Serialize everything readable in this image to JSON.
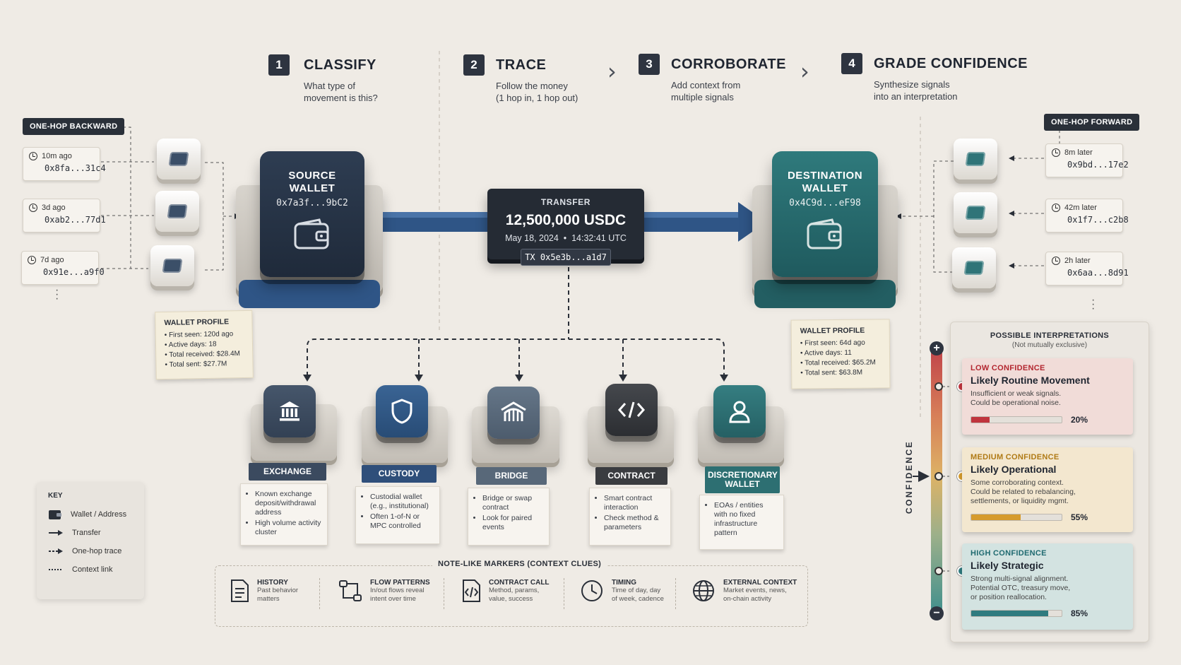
{
  "steps": [
    {
      "num": "1",
      "title": "CLASSIFY",
      "sub": "What type of\nmovement is this?"
    },
    {
      "num": "2",
      "title": "TRACE",
      "sub": "Follow the money\n(1 hop in, 1 hop out)"
    },
    {
      "num": "3",
      "title": "CORROBORATE",
      "sub": "Add context from\nmultiple signals"
    },
    {
      "num": "4",
      "title": "GRADE CONFIDENCE",
      "sub": "Synthesize signals\ninto an interpretation"
    }
  ],
  "backward": {
    "label": "ONE-HOP BACKWARD",
    "items": [
      {
        "time": "10m ago",
        "addr": "0x8fa...31c4"
      },
      {
        "time": "3d ago",
        "addr": "0xab2...77d1"
      },
      {
        "time": "7d ago",
        "addr": "0x91e...a9f0"
      }
    ]
  },
  "forward": {
    "label": "ONE-HOP FORWARD",
    "items": [
      {
        "time": "8m later",
        "addr": "0x9bd...17e2"
      },
      {
        "time": "42m later",
        "addr": "0x1f7...c2b8"
      },
      {
        "time": "2h later",
        "addr": "0x6aa...8d91"
      }
    ]
  },
  "source": {
    "label": "SOURCE\nWALLET",
    "addr": "0x7a3f...9bC2",
    "profile": {
      "title": "WALLET PROFILE",
      "lines": [
        "First seen: 120d ago",
        "Active days: 18",
        "Total received: $28.4M",
        "Total sent: $27.7M"
      ]
    }
  },
  "destination": {
    "label": "DESTINATION\nWALLET",
    "addr": "0x4C9d...eF98",
    "profile": {
      "title": "WALLET PROFILE",
      "lines": [
        "First seen: 64d ago",
        "Active days: 11",
        "Total received: $65.2M",
        "Total sent: $63.8M"
      ]
    }
  },
  "transfer": {
    "label": "TRANSFER",
    "amount": "12,500,000 USDC",
    "date": "May 18, 2024",
    "time": "14:32:41 UTC",
    "tx": "TX 0x5e3b...a1d7"
  },
  "categories": [
    {
      "name": "EXCHANGE",
      "color": "#3b4a5f",
      "icon": "bank-icon",
      "bullets": [
        "Known exchange deposit/withdrawal address",
        "High volume activity cluster"
      ]
    },
    {
      "name": "CUSTODY",
      "color": "#2f4f7a",
      "icon": "shield-icon",
      "bullets": [
        "Custodial wallet (e.g., institutional)",
        "Often 1-of-N or MPC controlled"
      ]
    },
    {
      "name": "BRIDGE",
      "color": "#586879",
      "icon": "bridge-icon",
      "bullets": [
        "Bridge or swap contract",
        "Look for paired events"
      ]
    },
    {
      "name": "CONTRACT",
      "color": "#3a3c40",
      "icon": "code-icon",
      "bullets": [
        "Smart contract interaction",
        "Check method & parameters"
      ]
    },
    {
      "name": "DISCRETIONARY\nWALLET",
      "color": "#2d6f72",
      "icon": "person-icon",
      "bullets": [
        "EOAs / entities with no fixed infrastructure pattern"
      ]
    }
  ],
  "markers": {
    "title": "NOTE-LIKE MARKERS (CONTEXT CLUES)",
    "items": [
      {
        "title": "HISTORY",
        "sub": "Past behavior\nmatters",
        "icon": "document-icon"
      },
      {
        "title": "FLOW PATTERNS",
        "sub": "In/out flows reveal\nintent over time",
        "icon": "flow-icon"
      },
      {
        "title": "CONTRACT CALL",
        "sub": "Method, params,\nvalue, success",
        "icon": "code-file-icon"
      },
      {
        "title": "TIMING",
        "sub": "Time of day, day\nof week, cadence",
        "icon": "clock-icon"
      },
      {
        "title": "EXTERNAL CONTEXT",
        "sub": "Market events, news,\non-chain activity",
        "icon": "globe-icon"
      }
    ]
  },
  "key": {
    "title": "KEY",
    "items": [
      {
        "label": "Wallet / Address",
        "icon": "wallet-icon"
      },
      {
        "label": "Transfer",
        "icon": "arrow-icon"
      },
      {
        "label": "One-hop trace",
        "icon": "dashed-arrow-icon"
      },
      {
        "label": "Context link",
        "icon": "dotted-line-icon"
      }
    ]
  },
  "interpretations": {
    "title": "POSSIBLE INTERPRETATIONS",
    "subtitle": "(Not mutually exclusive)",
    "axis": "CONFIDENCE",
    "items": [
      {
        "level": "LOW CONFIDENCE",
        "name": "Likely Routine Movement",
        "desc": "Insufficient or weak signals.\nCould be operational noise.",
        "pct_label": "20%",
        "value": 0.2,
        "color": "#c0343d",
        "bg": "#f1dcd8",
        "levelColor": "#b3262f"
      },
      {
        "level": "MEDIUM CONFIDENCE",
        "name": "Likely Operational",
        "desc": "Some corroborating context.\nCould be related to rebalancing,\nsettlements, or liquidity mgmt.",
        "pct_label": "55%",
        "value": 0.55,
        "color": "#d69b2c",
        "bg": "#f3e7cf",
        "levelColor": "#b07a15"
      },
      {
        "level": "HIGH CONFIDENCE",
        "name": "Likely Strategic",
        "desc": "Strong multi-signal alignment.\nPotential OTC, treasury move,\nor position reallocation.",
        "pct_label": "85%",
        "value": 0.85,
        "color": "#2f7b7f",
        "bg": "#d3e3e1",
        "levelColor": "#1f6a70"
      }
    ]
  }
}
